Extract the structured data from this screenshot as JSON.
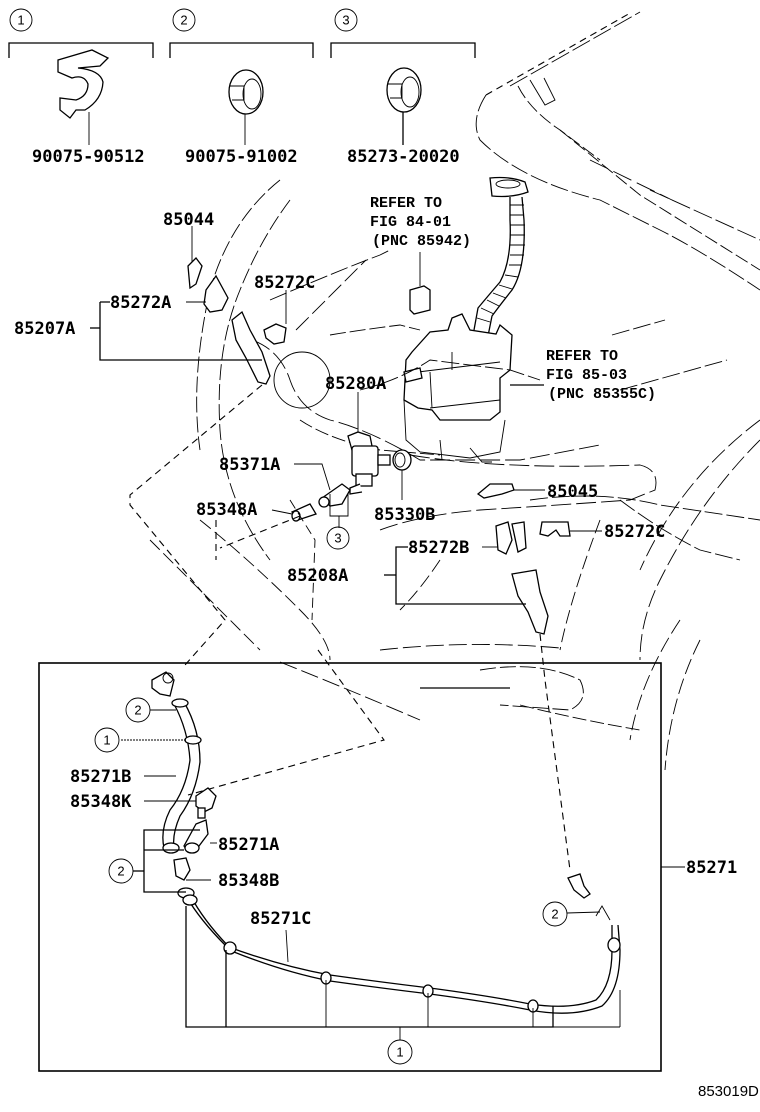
{
  "diagram": {
    "figure_code": "853019D",
    "legend_items": [
      {
        "num": "1",
        "part_number": "90075-90512"
      },
      {
        "num": "2",
        "part_number": "90075-91002"
      },
      {
        "num": "3",
        "part_number": "85273-20020"
      }
    ],
    "references": [
      {
        "lines": [
          "REFER TO",
          "FIG 84-01",
          "(PNC 85942)"
        ]
      },
      {
        "lines": [
          "REFER TO",
          "FIG 85-03",
          "(PNC 85355C)"
        ]
      }
    ],
    "labels": {
      "p85044": "85044",
      "p85272C_top": "85272C",
      "p85272A": "85272A",
      "p85207A": "85207A",
      "p85280A": "85280A",
      "p85371A": "85371A",
      "p85348A": "85348A",
      "p85330B": "85330B",
      "p85045": "85045",
      "p85272C_mid": "85272C",
      "p85272B": "85272B",
      "p85208A": "85208A",
      "p85271B": "85271B",
      "p85348K": "85348K",
      "p85271A": "85271A",
      "p85348B": "85348B",
      "p85271C": "85271C",
      "p85271": "85271"
    },
    "callouts": {
      "c3_upper": "3",
      "c2_hose_top": "2",
      "c1_hose": "1",
      "c2_bracket": "2",
      "c2_right": "2",
      "c1_bottom": "1"
    }
  }
}
